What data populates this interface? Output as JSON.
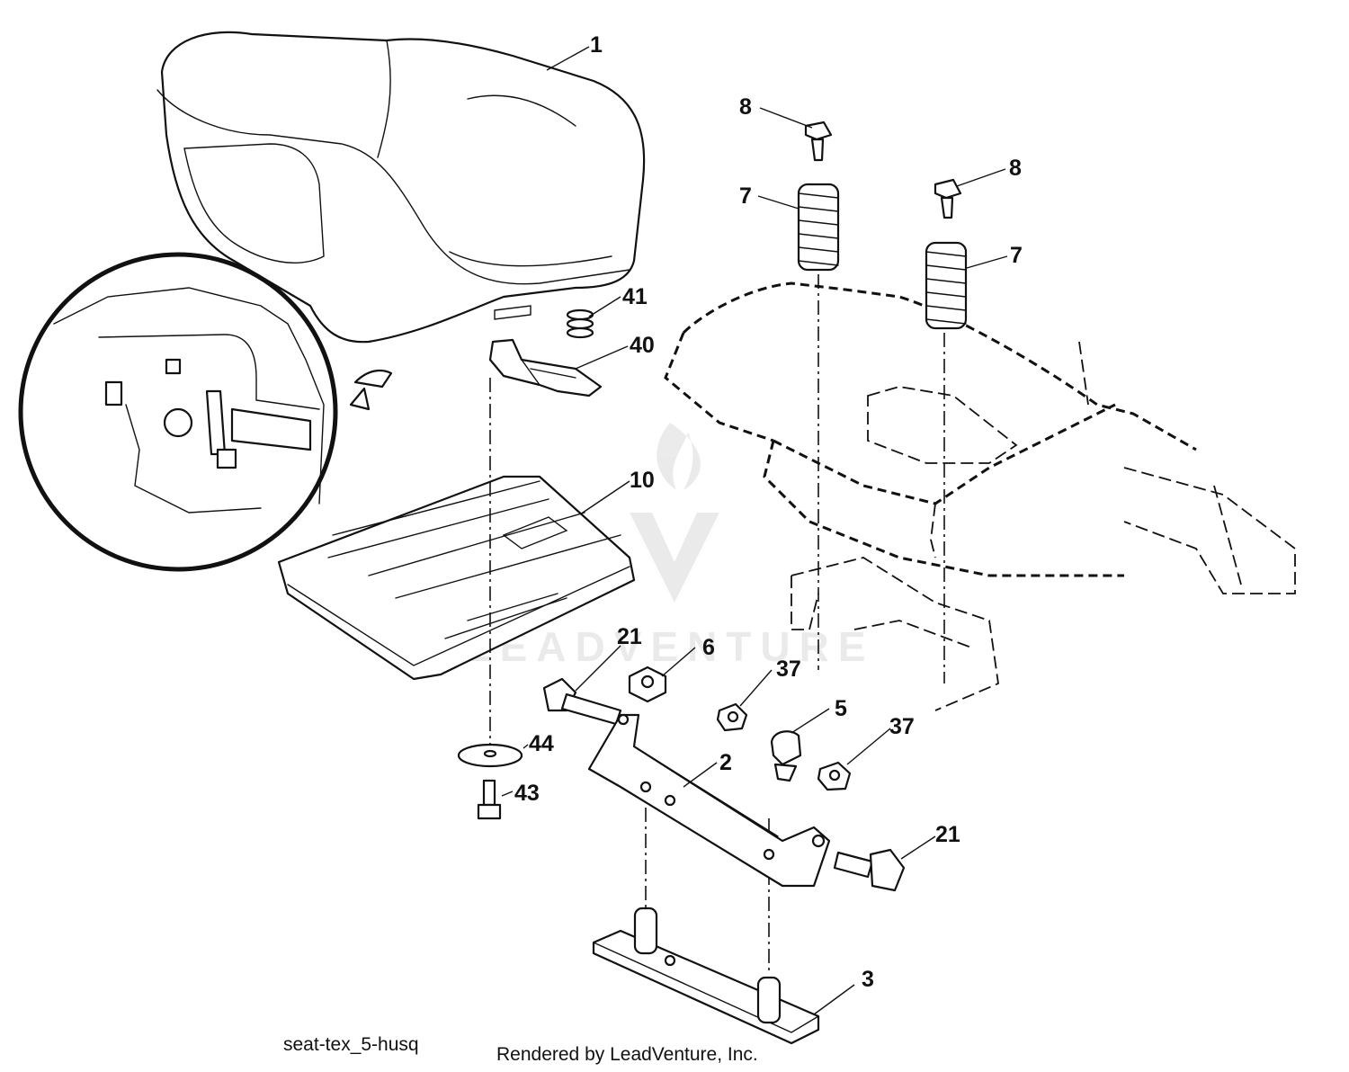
{
  "diagram": {
    "callouts": [
      {
        "id": "c1",
        "label": "1"
      },
      {
        "id": "c8a",
        "label": "8"
      },
      {
        "id": "c8b",
        "label": "8"
      },
      {
        "id": "c7a",
        "label": "7"
      },
      {
        "id": "c7b",
        "label": "7"
      },
      {
        "id": "c41",
        "label": "41"
      },
      {
        "id": "c40",
        "label": "40"
      },
      {
        "id": "c10",
        "label": "10"
      },
      {
        "id": "c21a",
        "label": "21"
      },
      {
        "id": "c6",
        "label": "6"
      },
      {
        "id": "c37a",
        "label": "37"
      },
      {
        "id": "c5",
        "label": "5"
      },
      {
        "id": "c37b",
        "label": "37"
      },
      {
        "id": "c2",
        "label": "2"
      },
      {
        "id": "c44",
        "label": "44"
      },
      {
        "id": "c43",
        "label": "43"
      },
      {
        "id": "c21b",
        "label": "21"
      },
      {
        "id": "c3",
        "label": "3"
      }
    ],
    "diagram_id": "seat-tex_5-husq",
    "credit": "Rendered by LeadVenture, Inc.",
    "watermark": "LEADVENTURE"
  }
}
